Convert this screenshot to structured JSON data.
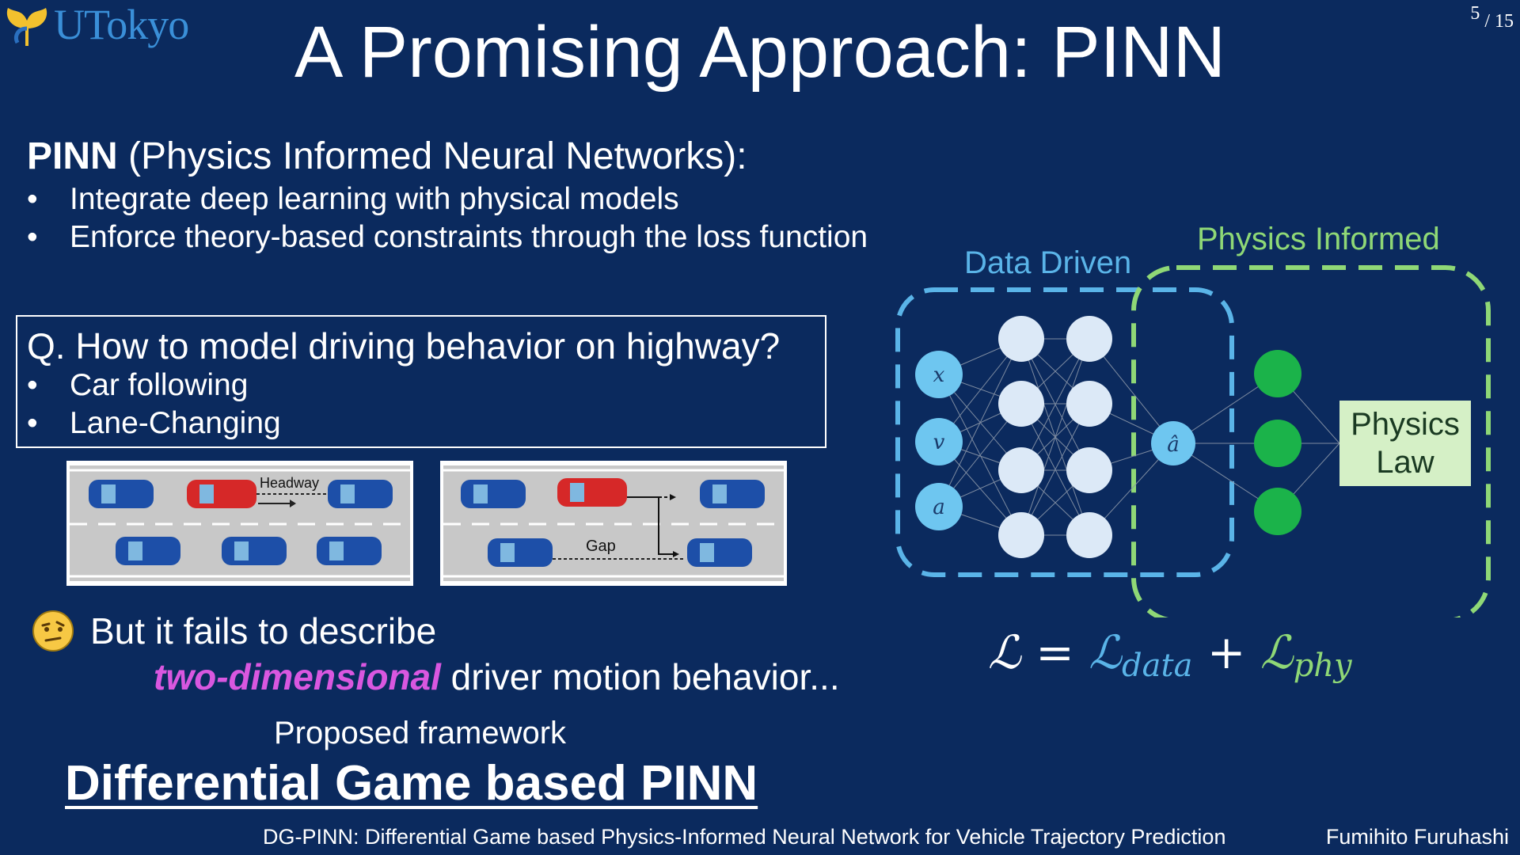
{
  "header": {
    "logo_text": "UTokyo",
    "title": "A Promising Approach: PINN",
    "page_current": "5",
    "page_total": "/ 15"
  },
  "intro": {
    "term": "PINN",
    "definition": " (Physics Informed Neural Networks):",
    "bullets": [
      "Integrate deep learning with physical models",
      "Enforce theory-based constraints through the loss function"
    ]
  },
  "question": {
    "title": "Q. How to model driving behavior on highway?",
    "bullets": [
      "Car following",
      "Lane-Changing"
    ]
  },
  "figures": {
    "headway_label": "Headway",
    "gap_label": "Gap"
  },
  "failure": {
    "line1": "But it fails to describe",
    "highlight": "two-dimensional",
    "line2_rest": " driver motion behavior..."
  },
  "proposal": {
    "caption": "Proposed framework",
    "name": "Differential Game based PINN"
  },
  "diagram": {
    "data_driven_label": "Data Driven",
    "physics_informed_label": "Physics Informed",
    "inputs": [
      "x",
      "v",
      "a"
    ],
    "output": "â",
    "physics_law": [
      "Physics",
      "Law"
    ],
    "colors": {
      "data": "#5ab4e8",
      "physics": "#8fd876",
      "node_light": "#dce9f7",
      "node_input": "#6ec6f0",
      "node_green": "#1bb34a"
    }
  },
  "loss": {
    "lhs": "ℒ",
    "eq": " = ",
    "data_symbol": "ℒ",
    "data_sub": "data",
    "plus": " + ",
    "phy_symbol": "ℒ",
    "phy_sub": "phy"
  },
  "footer": {
    "paper_title": "DG-PINN: Differential Game based Physics-Informed Neural Network for Vehicle Trajectory Prediction",
    "author": "Fumihito Furuhashi"
  }
}
